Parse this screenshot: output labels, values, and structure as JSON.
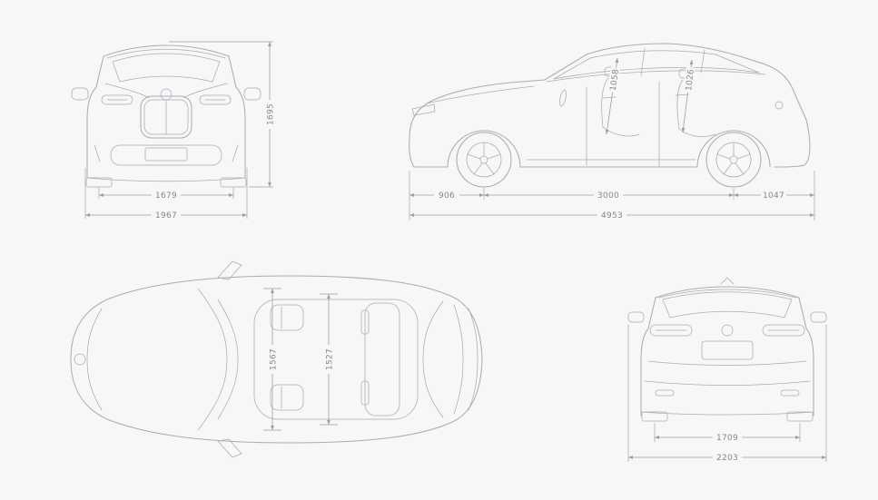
{
  "colors": {
    "background": "#f7f7f7",
    "line": "#a7adb5",
    "dim": "#9aa0a8",
    "text": "#82888f"
  },
  "front_view": {
    "dims": {
      "height": "1695",
      "track_width": "1679",
      "overall_width": "1967"
    }
  },
  "side_view": {
    "dims": {
      "front_overhang": "906",
      "wheelbase": "3000",
      "rear_overhang": "1047",
      "overall_length": "4953",
      "front_headroom": "1058",
      "rear_headroom": "1026"
    }
  },
  "top_view": {
    "dims": {
      "front_interior_width": "1567",
      "rear_interior_width": "1527"
    }
  },
  "rear_view": {
    "dims": {
      "track_width": "1709",
      "overall_width_incl_mirrors": "2203"
    }
  }
}
